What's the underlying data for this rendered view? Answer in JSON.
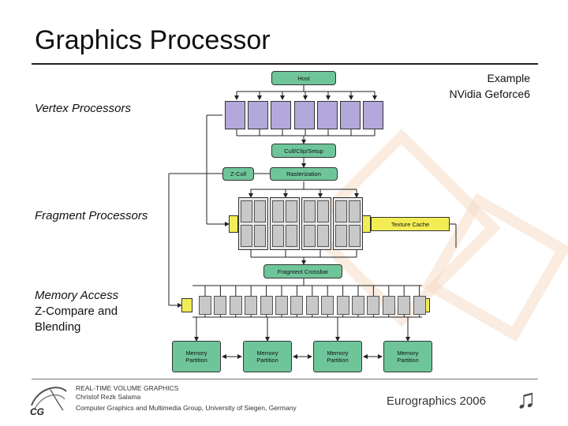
{
  "title": "Graphics Processor",
  "example": {
    "line1": "Example",
    "line2": "NVidia Geforce6"
  },
  "labels": {
    "vertex": "Vertex Processors",
    "fragment": "Fragment Processors",
    "memory_access": "Memory Access",
    "zcompare_line1": "Z-Compare and",
    "zcompare_line2": "Blending"
  },
  "blocks": {
    "host": "Host",
    "cull": "Cull/Clip/Setup",
    "zcull": "Z-Cull",
    "raster": "Rasterization",
    "texture": "Texture Cache",
    "crossbar": "Fragment Crossbar"
  },
  "memory_partitions": [
    {
      "line1": "Memory",
      "line2": "Partition"
    },
    {
      "line1": "Memory",
      "line2": "Partition"
    },
    {
      "line1": "Memory",
      "line2": "Partition"
    },
    {
      "line1": "Memory",
      "line2": "Partition"
    }
  ],
  "footer": {
    "line1": "REAL-TIME VOLUME GRAPHICS",
    "line2": "Christof Rezk Salama",
    "line3": "Computer Graphics and Multimedia Group, University of Siegen, Germany",
    "conference": "Eurographics 2006",
    "logo_text": "CG"
  },
  "colors": {
    "green": "#6ec59a",
    "purple": "#b3a8dc",
    "yellow": "#f3ed55",
    "gray": "#c8c8c8"
  },
  "icons": [
    "cg-logo-icon",
    "music-note-icon"
  ]
}
